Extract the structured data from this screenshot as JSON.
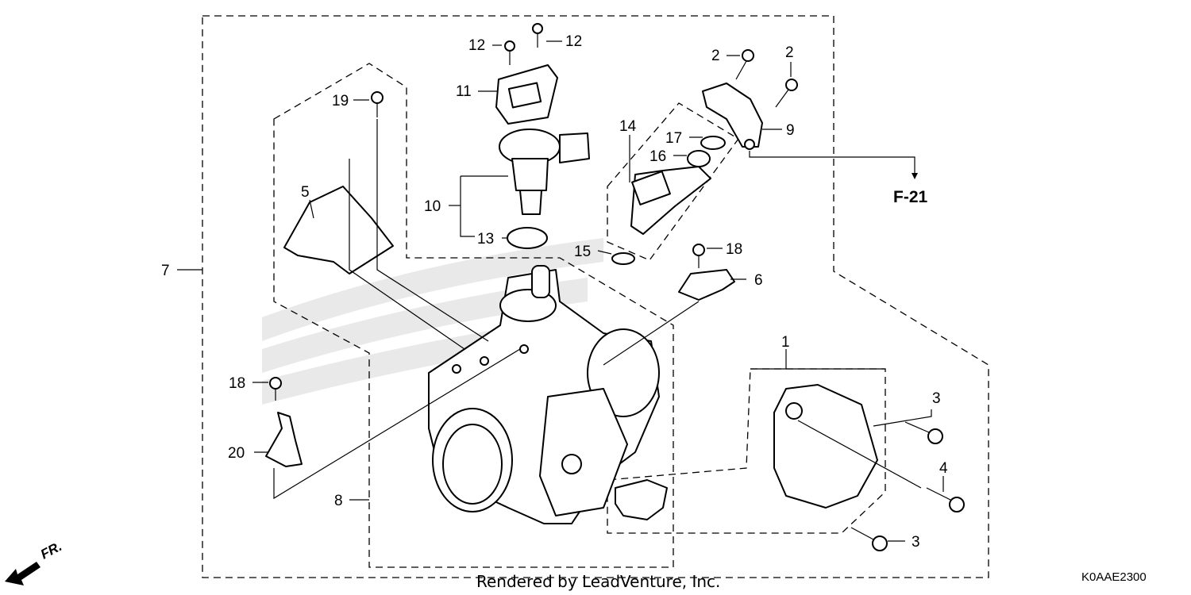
{
  "diagram": {
    "callouts": [
      {
        "id": "c12a",
        "text": "12"
      },
      {
        "id": "c12b",
        "text": "12"
      },
      {
        "id": "c11",
        "text": "11"
      },
      {
        "id": "c19",
        "text": "19"
      },
      {
        "id": "c5",
        "text": "5"
      },
      {
        "id": "c10",
        "text": "10"
      },
      {
        "id": "c13",
        "text": "13"
      },
      {
        "id": "c7",
        "text": "7"
      },
      {
        "id": "c2a",
        "text": "2"
      },
      {
        "id": "c2b",
        "text": "2"
      },
      {
        "id": "c9",
        "text": "9"
      },
      {
        "id": "c14",
        "text": "14"
      },
      {
        "id": "c17",
        "text": "17"
      },
      {
        "id": "c16",
        "text": "16"
      },
      {
        "id": "c15",
        "text": "15"
      },
      {
        "id": "c18a",
        "text": "18"
      },
      {
        "id": "c6",
        "text": "6"
      },
      {
        "id": "c1",
        "text": "1"
      },
      {
        "id": "c18b",
        "text": "18"
      },
      {
        "id": "c20",
        "text": "20"
      },
      {
        "id": "c8",
        "text": "8"
      },
      {
        "id": "c3a",
        "text": "3"
      },
      {
        "id": "c4",
        "text": "4"
      },
      {
        "id": "c3b",
        "text": "3"
      }
    ],
    "section_ref": "F-21",
    "front_marker": "FR.",
    "footer_text": "Rendered by LeadVenture, Inc.",
    "diagram_code": "K0AAE2300"
  }
}
